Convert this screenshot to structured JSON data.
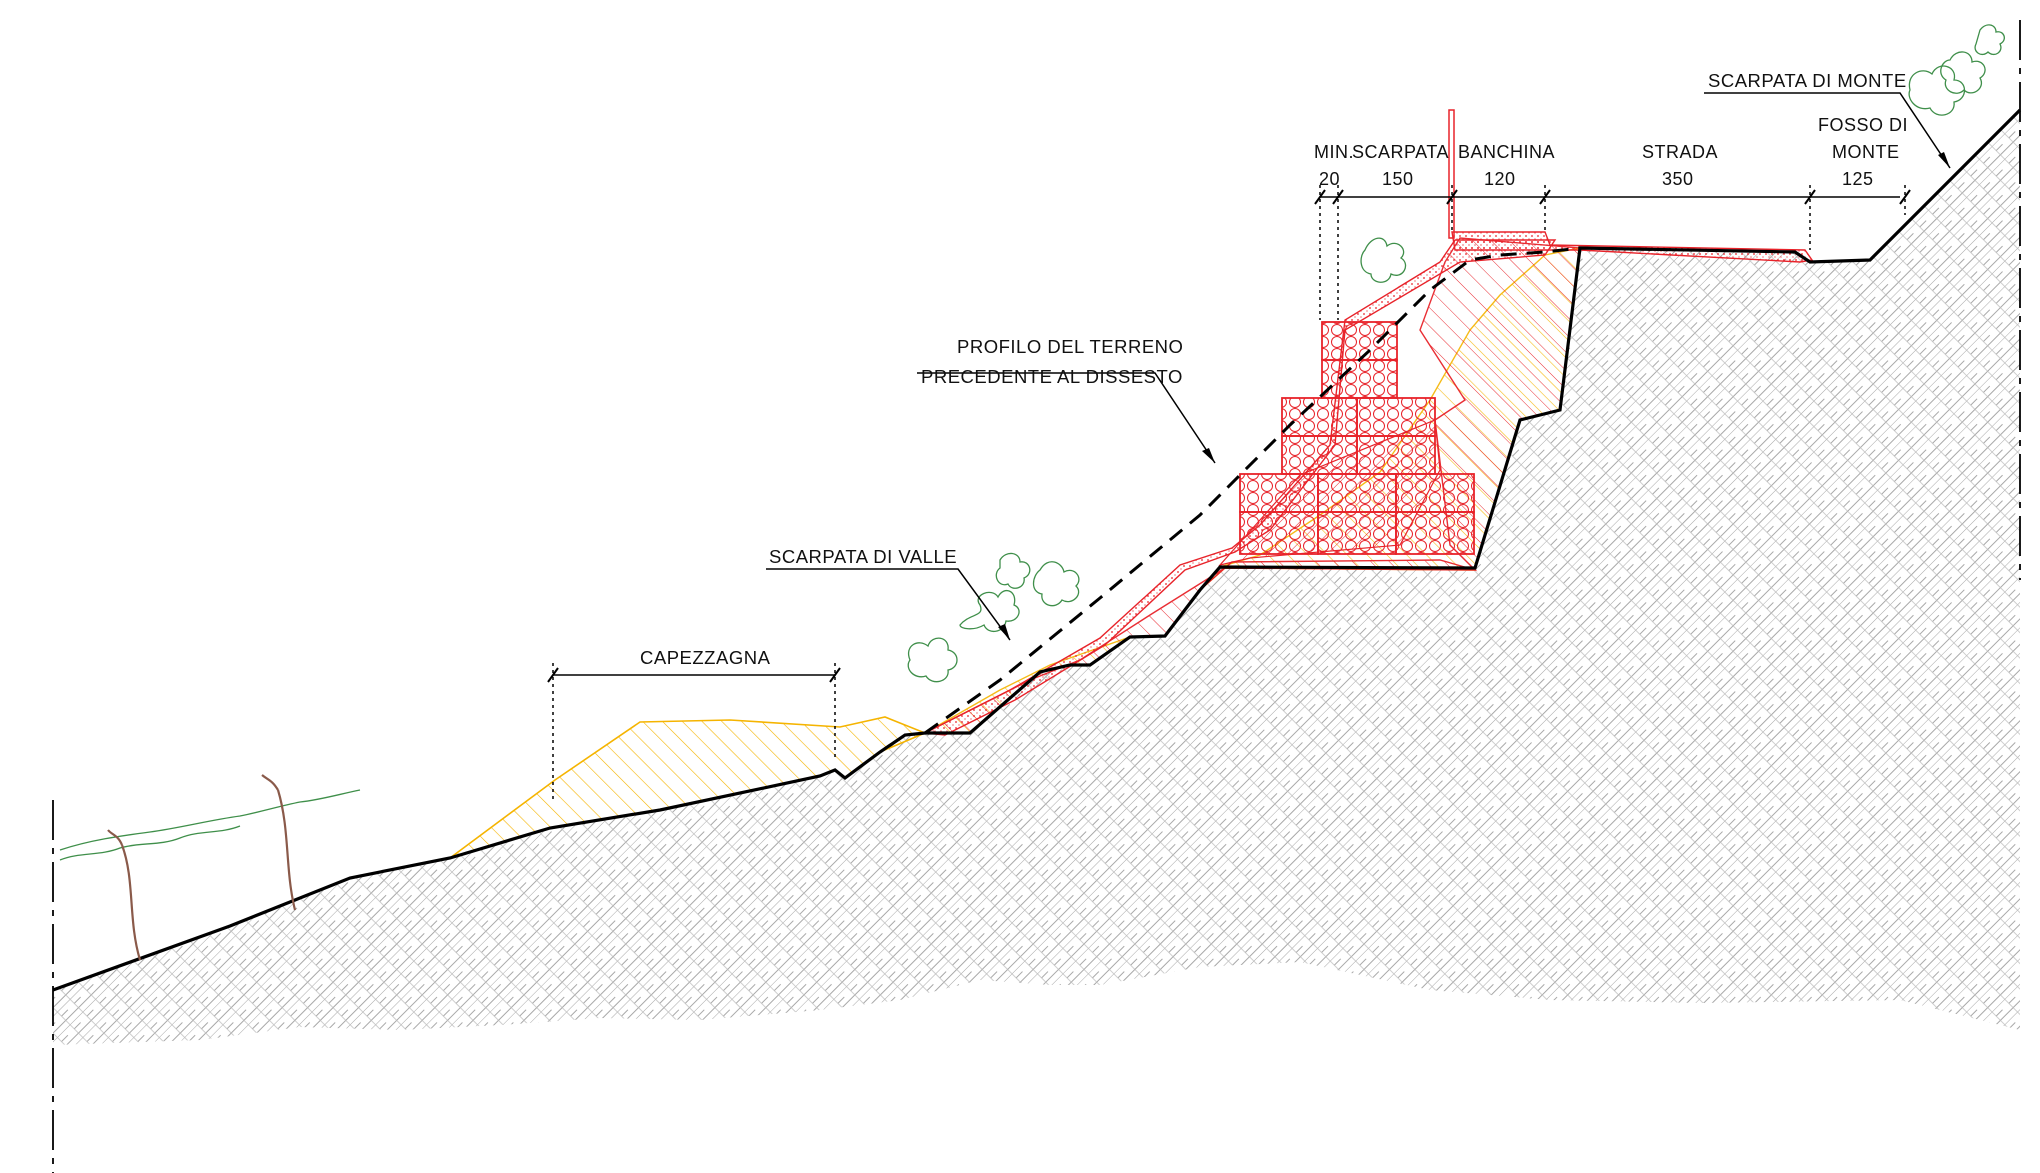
{
  "labels": {
    "scarpata_di_monte": "SCARPATA DI MONTE",
    "profilo_line1": "PROFILO DEL TERRENO",
    "profilo_line2": "PRECEDENTE AL DISSESTO",
    "scarpata_di_valle": "SCARPATA DI VALLE",
    "capezzagna": "CAPEZZAGNA"
  },
  "dimensions": {
    "min": {
      "label": "MIN.",
      "value": "20"
    },
    "scarpata": {
      "label": "SCARPATA",
      "value": "150"
    },
    "banchina": {
      "label": "BANCHINA",
      "value": "120"
    },
    "strada": {
      "label": "STRADA",
      "value": "350"
    },
    "fosso_line1": "FOSSO DI",
    "fosso_line2": "MONTE",
    "fosso_value": "125"
  },
  "colors": {
    "terrain_line": "#000000",
    "terrain_hatch": "#9a9a9a",
    "new_works": "#e8232a",
    "fill_material": "#f5b400",
    "vegetation": "#3f8f4a",
    "trunk": "#8a5a4a"
  }
}
